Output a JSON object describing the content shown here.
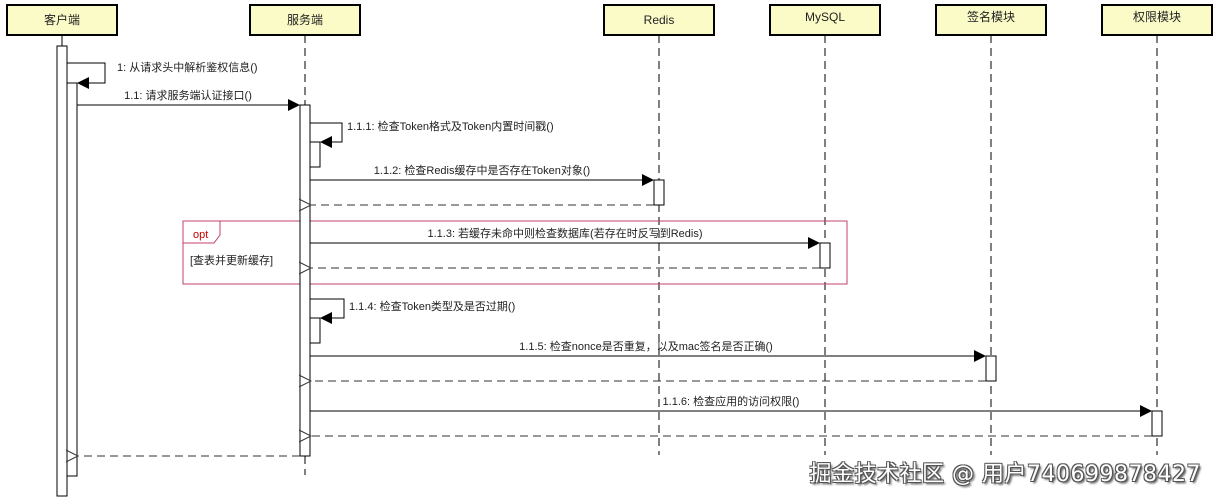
{
  "lifelines": [
    {
      "id": "client",
      "label": "客户端"
    },
    {
      "id": "server",
      "label": "服务端"
    },
    {
      "id": "redis",
      "label": "Redis"
    },
    {
      "id": "mysql",
      "label": "MySQL"
    },
    {
      "id": "sign",
      "label": "签名模块"
    },
    {
      "id": "perm",
      "label": "权限模块"
    }
  ],
  "messages": [
    {
      "id": "m1",
      "label": "1: 从请求头中解析鉴权信息()",
      "from": "client",
      "to": "client",
      "type": "self"
    },
    {
      "id": "m1_1",
      "label": "1.1: 请求服务端认证接口()",
      "from": "client",
      "to": "server",
      "type": "sync"
    },
    {
      "id": "m1_1_1",
      "label": "1.1.1: 检查Token格式及Token内置时间戳()",
      "from": "server",
      "to": "server",
      "type": "self"
    },
    {
      "id": "m1_1_2",
      "label": "1.1.2: 检查Redis缓存中是否存在Token对象()",
      "from": "server",
      "to": "redis",
      "type": "sync"
    },
    {
      "id": "m1_1_3",
      "label": "1.1.3: 若缓存未命中则检查数据库(若存在时反写到Redis)",
      "from": "server",
      "to": "mysql",
      "type": "sync"
    },
    {
      "id": "m1_1_4",
      "label": "1.1.4: 检查Token类型及是否过期()",
      "from": "server",
      "to": "server",
      "type": "self"
    },
    {
      "id": "m1_1_5",
      "label": "1.1.5: 检查nonce是否重复，以及mac签名是否正确()",
      "from": "server",
      "to": "sign",
      "type": "sync"
    },
    {
      "id": "m1_1_6",
      "label": "1.1.6: 检查应用的访问权限()",
      "from": "server",
      "to": "perm",
      "type": "sync"
    }
  ],
  "fragment": {
    "operator": "opt",
    "guard": "[查表并更新缓存]"
  },
  "colors": {
    "lifeline_fill": "#fbfbc8",
    "fragment_border": "#c0406e",
    "fragment_text": "#cc0000"
  },
  "watermark": "掘金技术社区 @ 用户740699878427"
}
